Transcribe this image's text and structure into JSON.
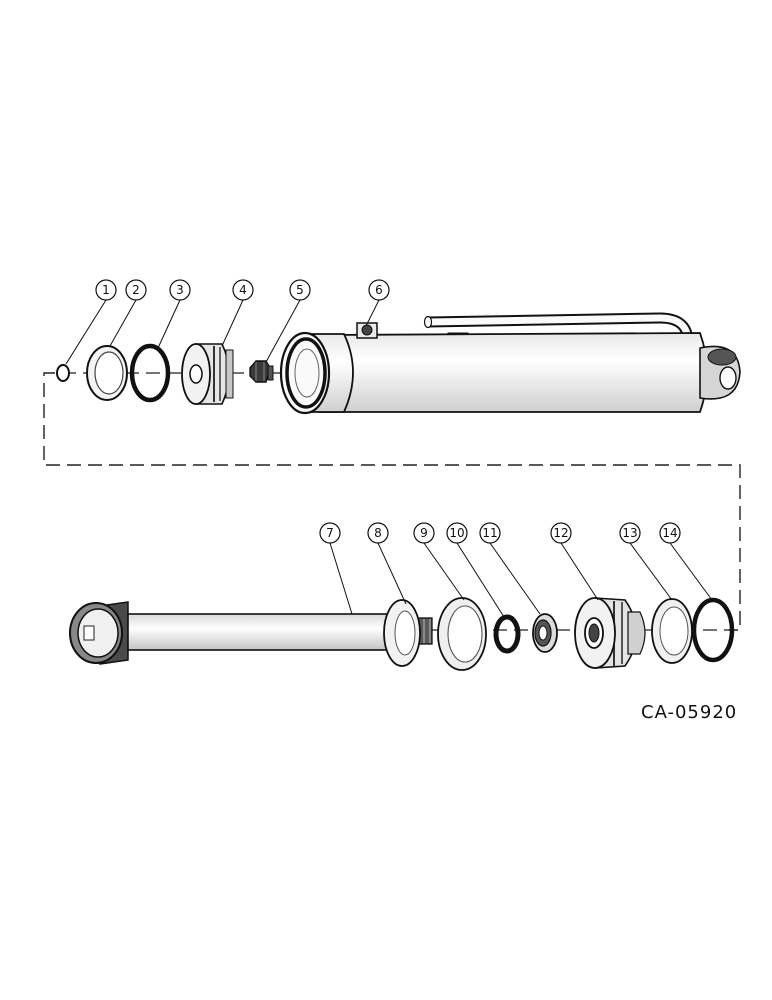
{
  "diagram": {
    "reference_code": "CA-05920",
    "callouts": [
      {
        "id": "callout-1",
        "label": "1"
      },
      {
        "id": "callout-2",
        "label": "2"
      },
      {
        "id": "callout-3",
        "label": "3"
      },
      {
        "id": "callout-4",
        "label": "4"
      },
      {
        "id": "callout-5",
        "label": "5"
      },
      {
        "id": "callout-6",
        "label": "6"
      },
      {
        "id": "callout-7",
        "label": "7"
      },
      {
        "id": "callout-8",
        "label": "8"
      },
      {
        "id": "callout-9",
        "label": "9"
      },
      {
        "id": "callout-10",
        "label": "10"
      },
      {
        "id": "callout-11",
        "label": "11"
      },
      {
        "id": "callout-12",
        "label": "12"
      },
      {
        "id": "callout-13",
        "label": "13"
      },
      {
        "id": "callout-14",
        "label": "14"
      }
    ]
  }
}
